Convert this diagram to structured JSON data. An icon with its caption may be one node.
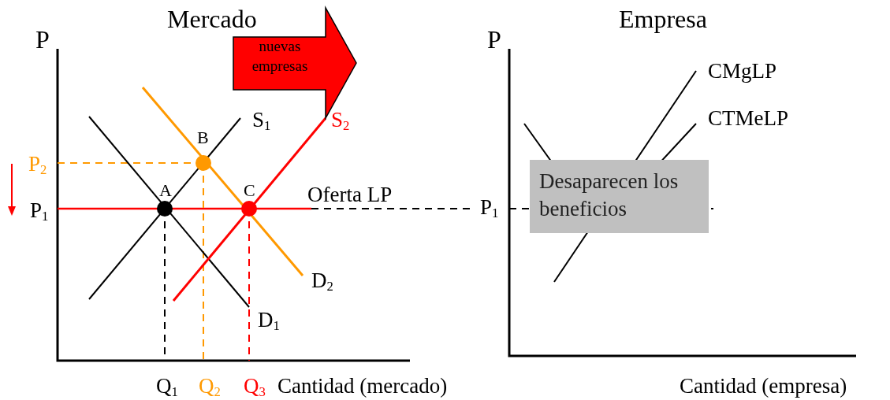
{
  "diagram": {
    "nodes": [
      {
        "text": [
          "nuevas empresas"
        ]
      },
      {
        "text": [
          "Desaparecen los beneficios"
        ]
      }
    ],
    "labels": [
      "Mercado",
      "Empresa",
      "P",
      "P",
      "CMgLP",
      "S$_{1}$",
      "S$_{2}$",
      "CTMeLP",
      "B",
      "P$_{2}$",
      "A",
      "C",
      "Oferta LP",
      "P$_{1}$",
      "P$_{1}$",
      "D$_{2}$",
      "D$_{1}$",
      "Q$_{1}$",
      "Q$_{2}$",
      "Q$_{3}$",
      "Cantidad (mercado)",
      "Cantidad (empresa)"
    ]
  }
}
